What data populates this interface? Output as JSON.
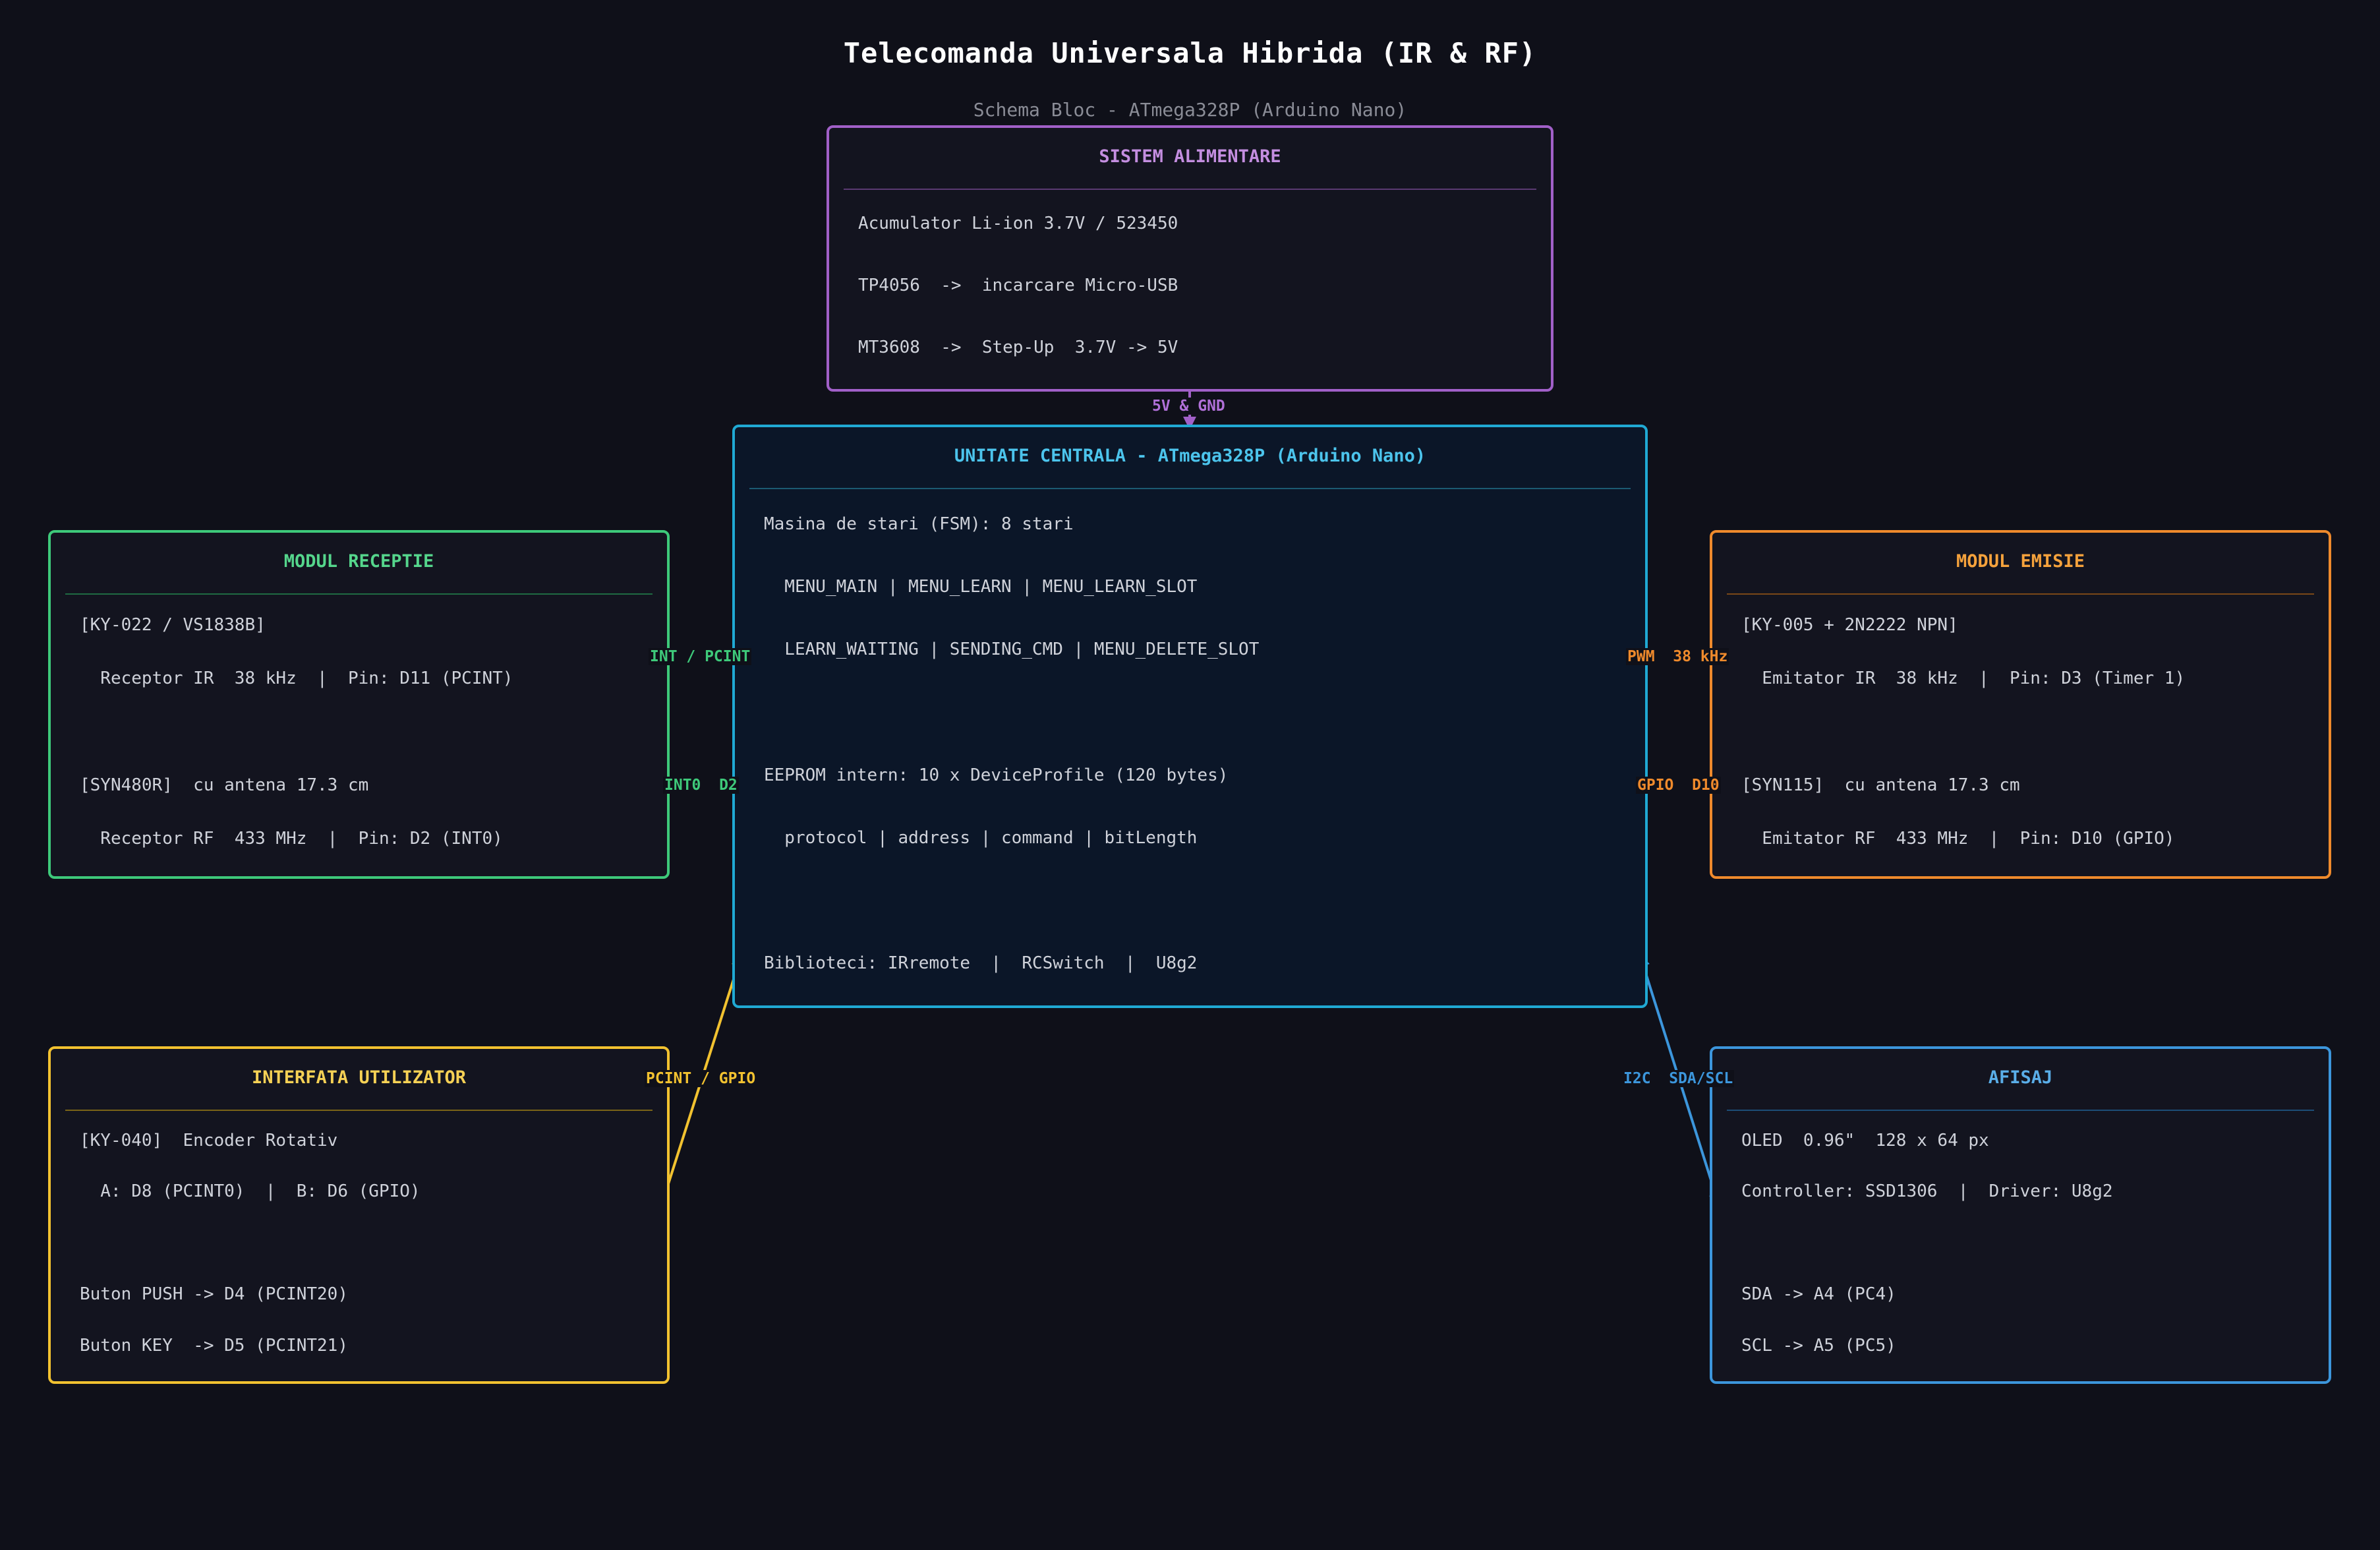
{
  "title": "Telecomanda Universala Hibrida  (IR & RF)",
  "subtitle": "Schema Bloc  -  ATmega328P (Arduino Nano)",
  "colors": {
    "background": "#0f1019",
    "power": "#a160c8",
    "central": "#20a9d3",
    "reception": "#3ec97a",
    "emission": "#ef8a2c",
    "ui": "#f2c230",
    "display": "#3c96dc"
  },
  "boxes": {
    "power": {
      "title": "SISTEM ALIMENTARE",
      "lines": [
        "Acumulator Li-ion 3.7V / 523450",
        "TP4056  ->  incarcare Micro-USB",
        "MT3608  ->  Step-Up  3.7V -> 5V"
      ]
    },
    "central": {
      "title": "UNITATE CENTRALA  -  ATmega328P (Arduino Nano)",
      "lines": [
        "Masina de stari (FSM): 8 stari",
        "  MENU_MAIN | MENU_LEARN | MENU_LEARN_SLOT",
        "  LEARN_WAITING | SENDING_CMD | MENU_DELETE_SLOT",
        "EEPROM intern: 10 x DeviceProfile (120 bytes)",
        "  protocol | address | command | bitLength",
        "Biblioteci: IRremote  |  RCSwitch  |  U8g2"
      ]
    },
    "reception": {
      "title": "MODUL RECEPTIE",
      "lines": [
        "[KY-022 / VS1838B]",
        "  Receptor IR  38 kHz  |  Pin: D11 (PCINT)",
        "[SYN480R]  cu antena 17.3 cm",
        "  Receptor RF  433 MHz  |  Pin: D2 (INT0)"
      ]
    },
    "emission": {
      "title": "MODUL EMISIE",
      "lines": [
        "[KY-005 + 2N2222 NPN]",
        "  Emitator IR  38 kHz  |  Pin: D3 (Timer 1)",
        "[SYN115]  cu antena 17.3 cm",
        "  Emitator RF  433 MHz  |  Pin: D10 (GPIO)"
      ]
    },
    "ui": {
      "title": "INTERFATA UTILIZATOR",
      "lines": [
        "[KY-040]  Encoder Rotativ",
        "  A: D8 (PCINT0)  |  B: D6 (GPIO)",
        "Buton PUSH -> D4 (PCINT20)",
        "Buton KEY  -> D5 (PCINT21)"
      ]
    },
    "display": {
      "title": "AFISAJ",
      "lines": [
        "OLED  0.96\"  128 x 64 px",
        "Controller: SSD1306  |  Driver: U8g2",
        "SDA -> A4 (PC4)",
        "SCL -> A5 (PC5)"
      ]
    }
  },
  "links": {
    "power": "5V & GND",
    "ir_rx": "INT / PCINT",
    "rf_rx": "INT0  D2",
    "ir_tx": "PWM  38 kHz",
    "rf_tx": "GPIO  D10",
    "ui": "PCINT / GPIO",
    "display": "I2C  SDA/SCL"
  }
}
